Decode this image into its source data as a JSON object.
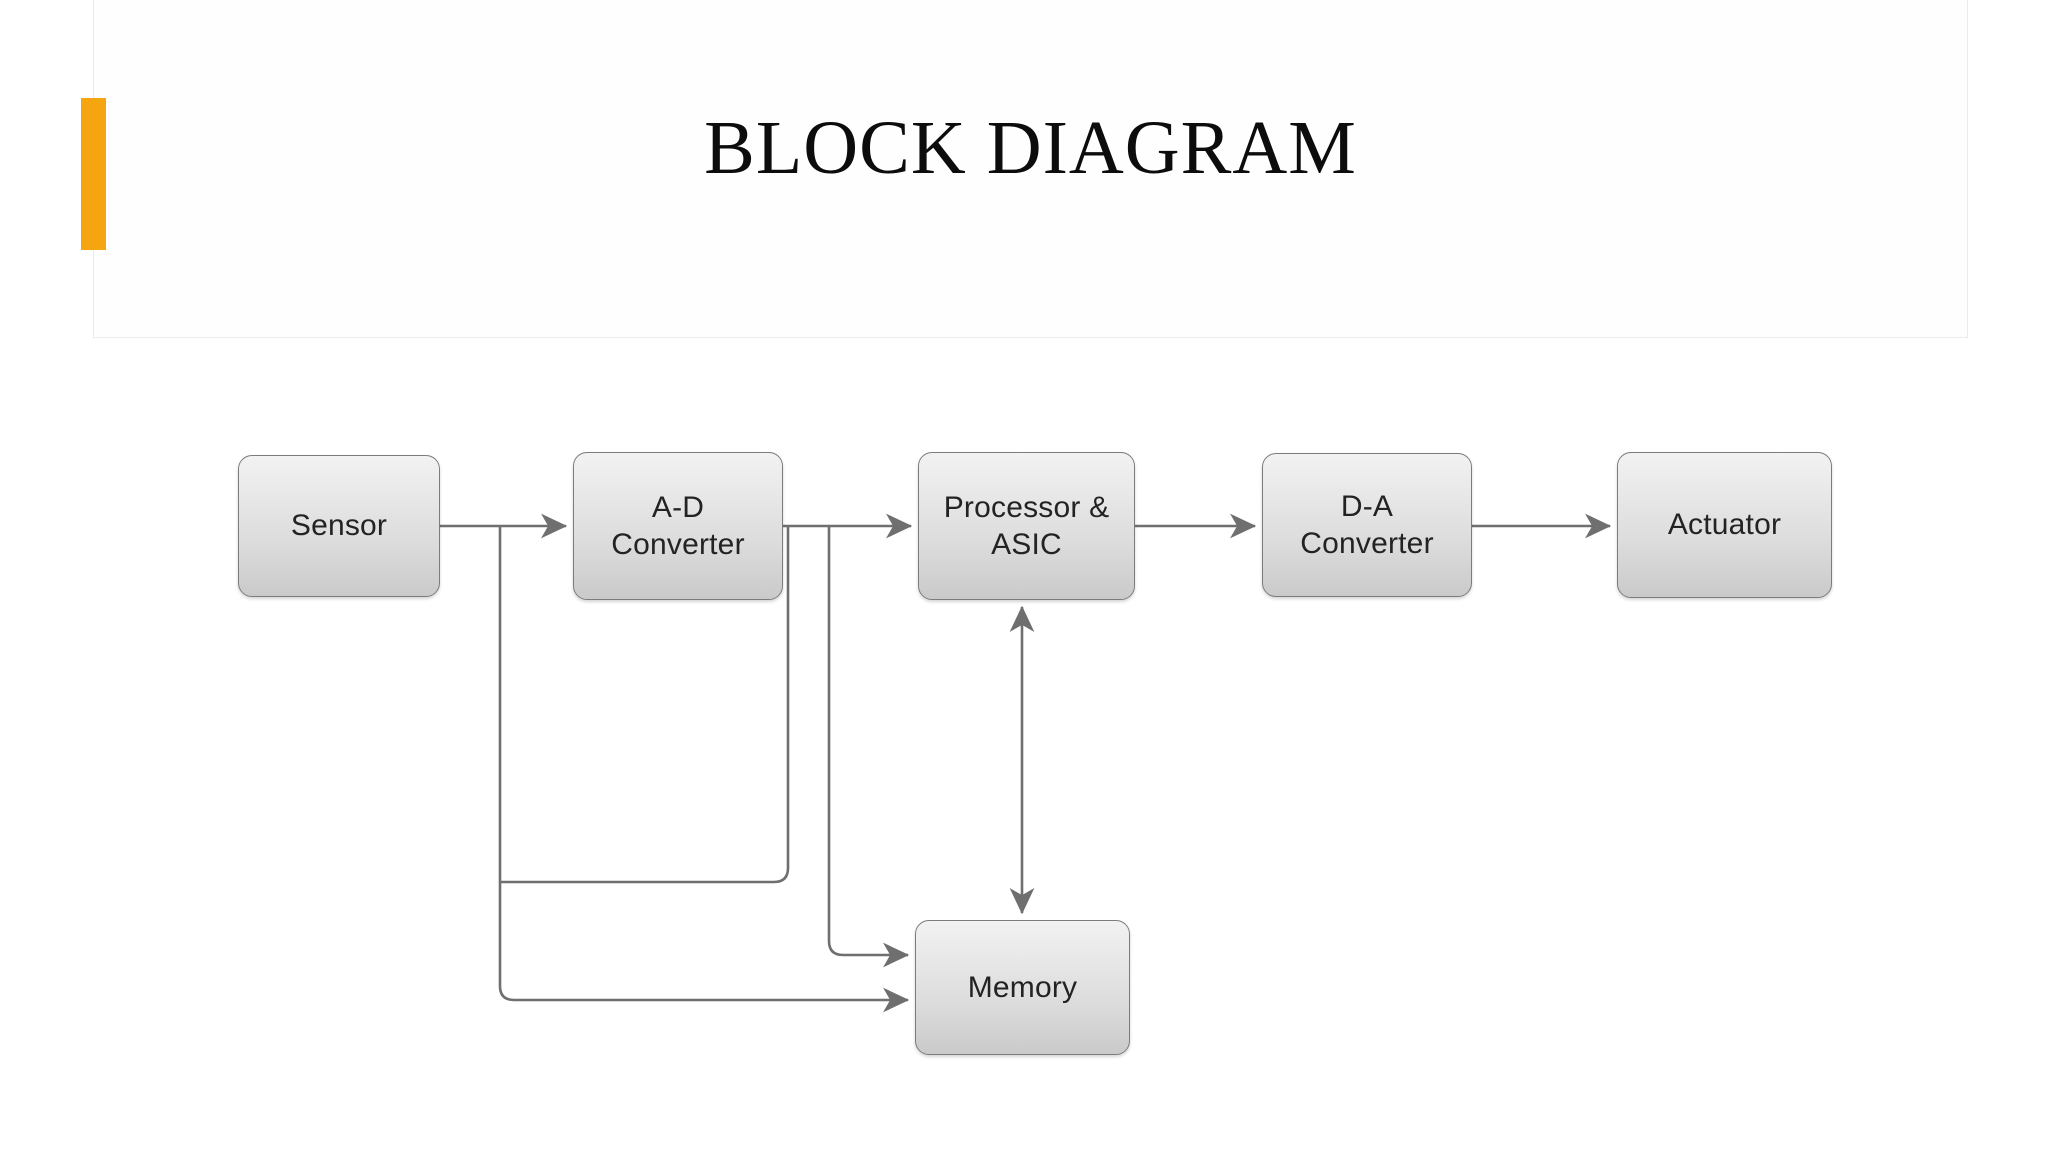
{
  "slide": {
    "title": "BLOCK DIAGRAM",
    "accent_color": "#f5a510",
    "background_color": "#ffffff"
  },
  "diagram": {
    "type": "block-diagram",
    "node_fill_top": "#f2f2f2",
    "node_fill_bottom": "#cacaca",
    "node_border_color": "#7c7c7c",
    "wire_color": "#6f6f6f",
    "nodes": [
      {
        "id": "sensor",
        "label": "Sensor",
        "line1": "Sensor",
        "line2": ""
      },
      {
        "id": "adc",
        "label": "A-D Converter",
        "line1": "A-D",
        "line2": "Converter"
      },
      {
        "id": "processor",
        "label": "Processor & ASIC",
        "line1": "Processor &",
        "line2": "ASIC"
      },
      {
        "id": "dac",
        "label": "D-A Converter",
        "line1": "D-A",
        "line2": "Converter"
      },
      {
        "id": "actuator",
        "label": "Actuator",
        "line1": "Actuator",
        "line2": ""
      },
      {
        "id": "memory",
        "label": "Memory",
        "line1": "Memory",
        "line2": ""
      }
    ],
    "edges": [
      {
        "from": "sensor",
        "to": "adc",
        "arrow": "single",
        "routing": "straight"
      },
      {
        "from": "adc",
        "to": "processor",
        "arrow": "single",
        "routing": "straight"
      },
      {
        "from": "processor",
        "to": "dac",
        "arrow": "single",
        "routing": "straight"
      },
      {
        "from": "dac",
        "to": "actuator",
        "arrow": "single",
        "routing": "straight"
      },
      {
        "from": "processor",
        "to": "memory",
        "arrow": "double",
        "routing": "vertical"
      },
      {
        "from": "sensor",
        "to": "memory",
        "arrow": "single",
        "routing": "orthogonal-down"
      },
      {
        "from": "adc",
        "to": "memory",
        "arrow": "single",
        "routing": "orthogonal-down"
      },
      {
        "from": "adc",
        "to": "adc",
        "arrow": "none",
        "routing": "feedback-loop"
      }
    ]
  }
}
